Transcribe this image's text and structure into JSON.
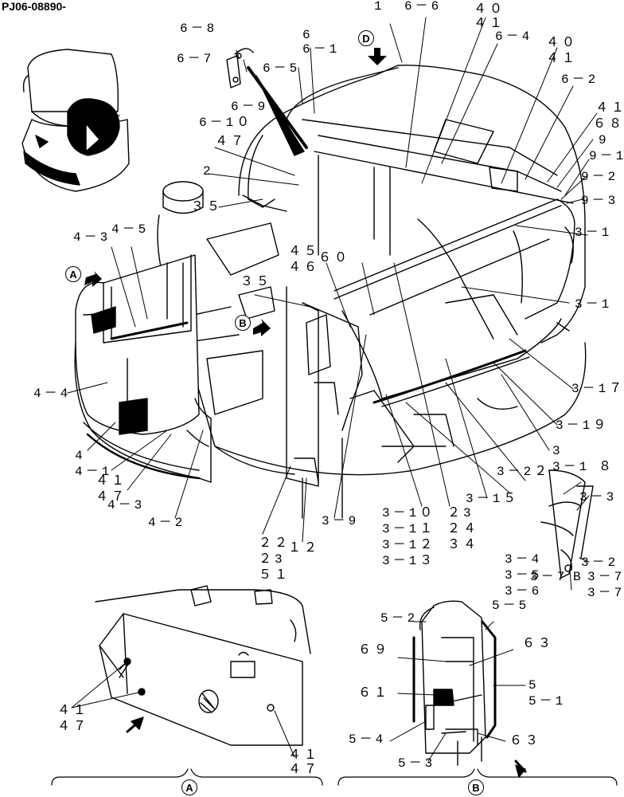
{
  "drawing_id": "PJ06-08890-",
  "view_marks": {
    "A": "A",
    "B": "B",
    "D": "D"
  },
  "detail_captions": {
    "left": "A",
    "right": "B"
  },
  "callouts": {
    "c1": "1",
    "c66": "6－6",
    "c40a": "４０",
    "c41a": "４１",
    "c64": "6－4",
    "c40b": "４０",
    "c41b": "４１",
    "c62": "6－2",
    "c41c": "４１",
    "c68": "６８",
    "c9": "9",
    "c91": "9－1",
    "c92": "9－2",
    "c93": "9－3",
    "c68b": "6－8",
    "c6": "6",
    "c61": "6－1",
    "c67": "6－7",
    "c65": "6－5",
    "c69": "6－9",
    "c610": "6－1０",
    "c47": "４７",
    "c2": "2",
    "c35a": "３５",
    "c43a": "4－3",
    "c45a": "4－5",
    "c45b": "４５",
    "c46": "４６",
    "c60": "６０",
    "c35b": "３５",
    "c31a": "3－1",
    "c31b": "3－1",
    "c317": "3－1７",
    "c319": "3－1９",
    "c44": "4－4",
    "c4": "4",
    "c41d": "4－1",
    "c41e": "４１",
    "c47b": "４７",
    "c43b": "4－3",
    "c42": "4－2",
    "c3": "3",
    "c322": "3－2２",
    "c31c": "3－1",
    "c8": "８",
    "c33": "3－3",
    "c315": "3－1５",
    "c39": "3－9",
    "c310": "3－1０",
    "c311": "3－1１",
    "c312": "3－1２",
    "c313": "3－1３",
    "c23": "２3",
    "c24": "２４",
    "c34": "３４",
    "c22": "２２",
    "c12": "１２",
    "c23b": "２3",
    "c51": "５１",
    "c34b": "3－4",
    "c35c": "3－5",
    "c36": "3－6",
    "c37a": "3－7",
    "cB": "B",
    "c37b": "3－7",
    "c37c": "3－7",
    "c32b": "3－2",
    "cA41": "４１",
    "cA47": "４７",
    "cA41b": "４１",
    "cA47b": "４７",
    "c52": "5－2",
    "c55": "5－5",
    "c69b": "６９",
    "c63a": "６３",
    "c61b": "６１",
    "c5": "5",
    "c51b": "5－1",
    "c54": "5－4",
    "c63b": "６３",
    "c53": "5－3"
  }
}
